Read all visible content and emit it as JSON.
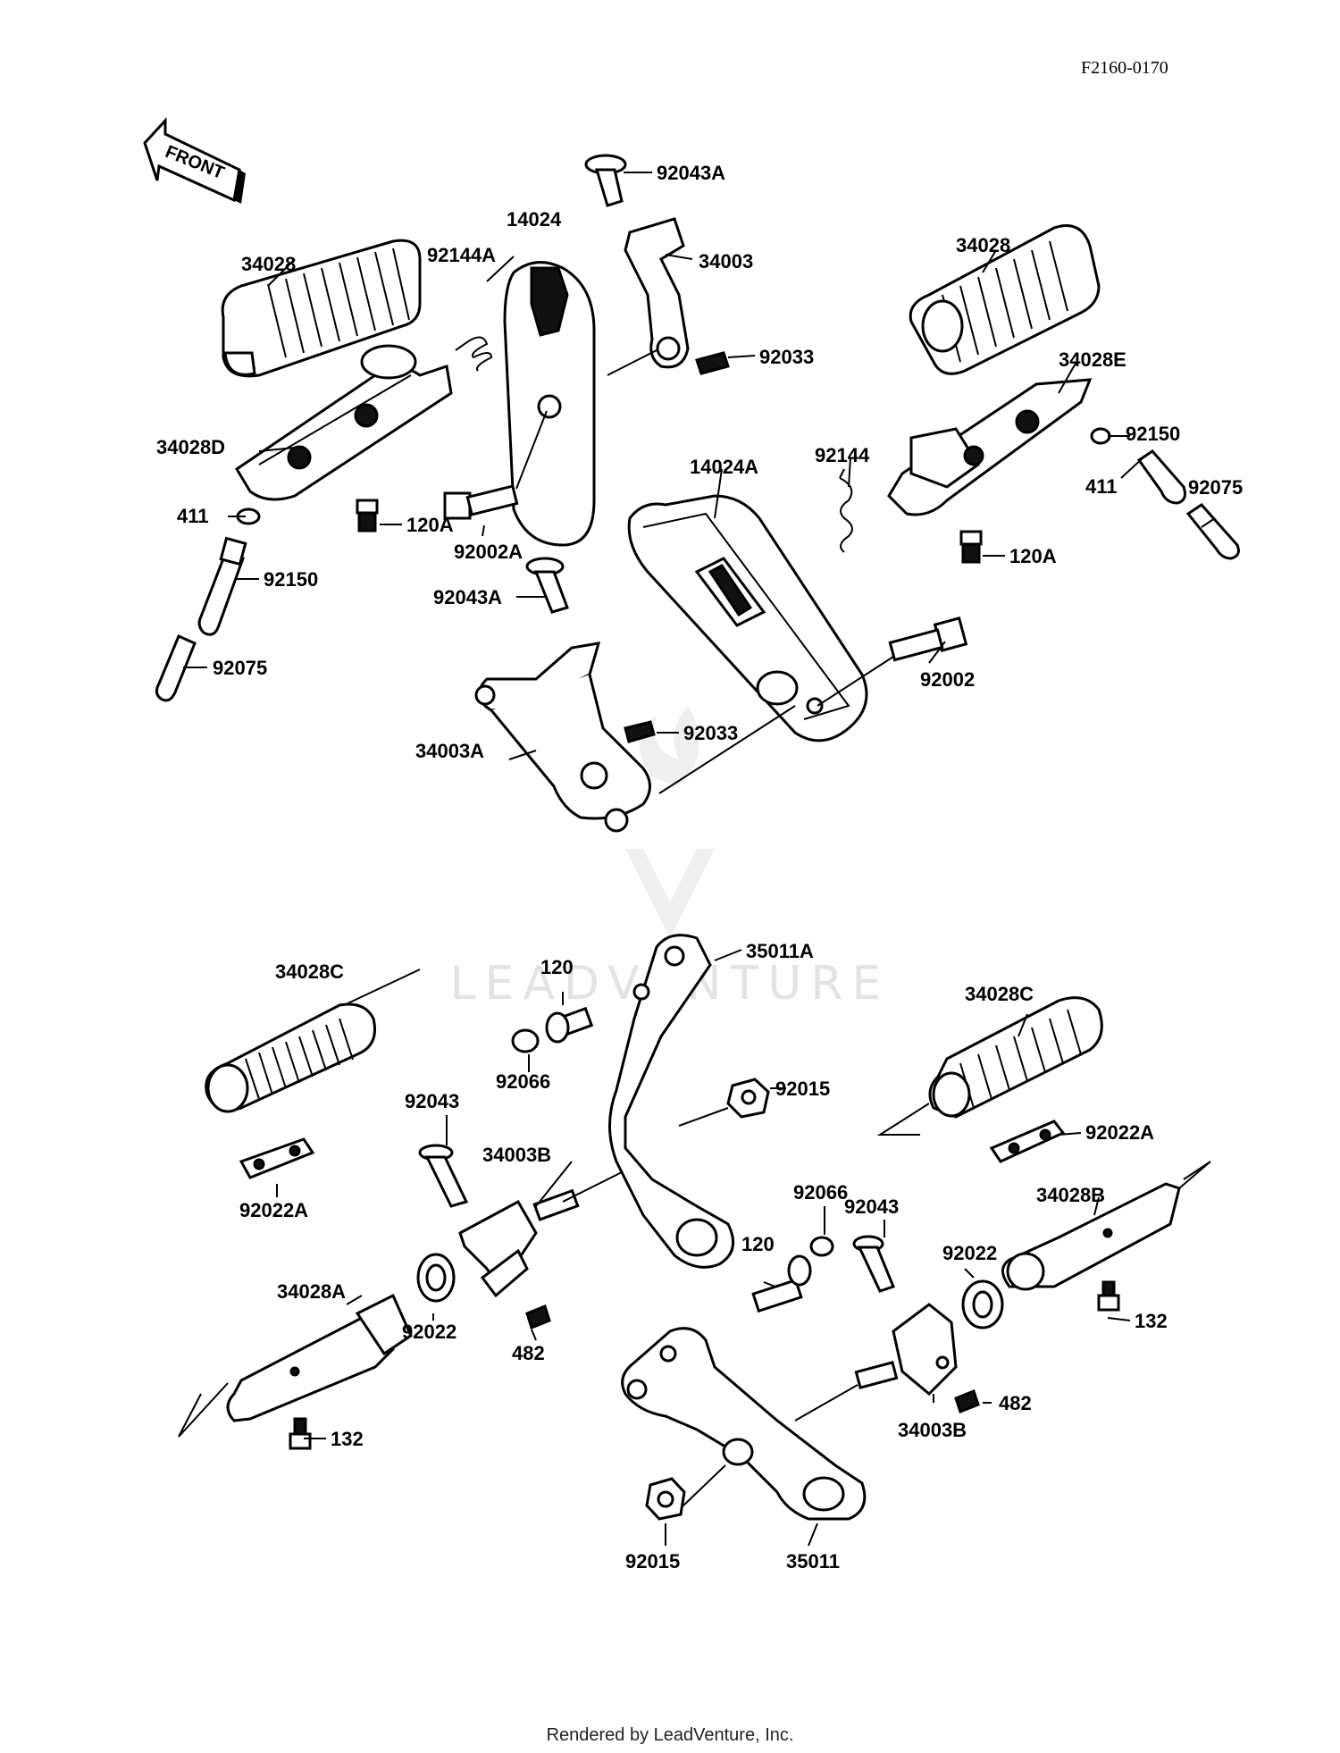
{
  "drawing_code": "F2160-0170",
  "front_arrow_label": "FRONT",
  "footer_text": "Rendered by LeadVenture, Inc.",
  "watermark_text": "LEADVENTURE",
  "labels": {
    "p92043A_top": "92043A",
    "p34003": "34003",
    "p14024": "14024",
    "p34028_left": "34028",
    "p92144A": "92144A",
    "p92033_top": "92033",
    "p34028_right": "34028",
    "p34028E": "34028E",
    "p34028D": "34028D",
    "p92002A": "92002A",
    "p14024A": "14024A",
    "p92144": "92144",
    "p92150_right": "92150",
    "p411_right": "411",
    "p92075_right": "92075",
    "p411_left": "411",
    "p120A_left": "120A",
    "p120A_right": "120A",
    "p92150_left": "92150",
    "p92043A_mid": "92043A",
    "p92075_left": "92075",
    "p92002": "92002",
    "p92033_mid": "92033",
    "p34003A": "34003A",
    "p35011A": "35011A",
    "p34028C_left": "34028C",
    "p120_top": "120",
    "p34028C_right": "34028C",
    "p92066_top": "92066",
    "p92015_top": "92015",
    "p92043_left": "92043",
    "p92022A_right": "92022A",
    "p34003B_left": "34003B",
    "p92022A_left": "92022A",
    "p92066_bottom": "92066",
    "p34028B": "34028B",
    "p92043_right": "92043",
    "p120_bottom": "120",
    "p92022_right": "92022",
    "p34028A": "34028A",
    "p92022_left": "92022",
    "p132_right": "132",
    "p482_left": "482",
    "p482_right": "482",
    "p34003B_right": "34003B",
    "p132_left": "132",
    "p92015_bottom": "92015",
    "p35011": "35011"
  }
}
